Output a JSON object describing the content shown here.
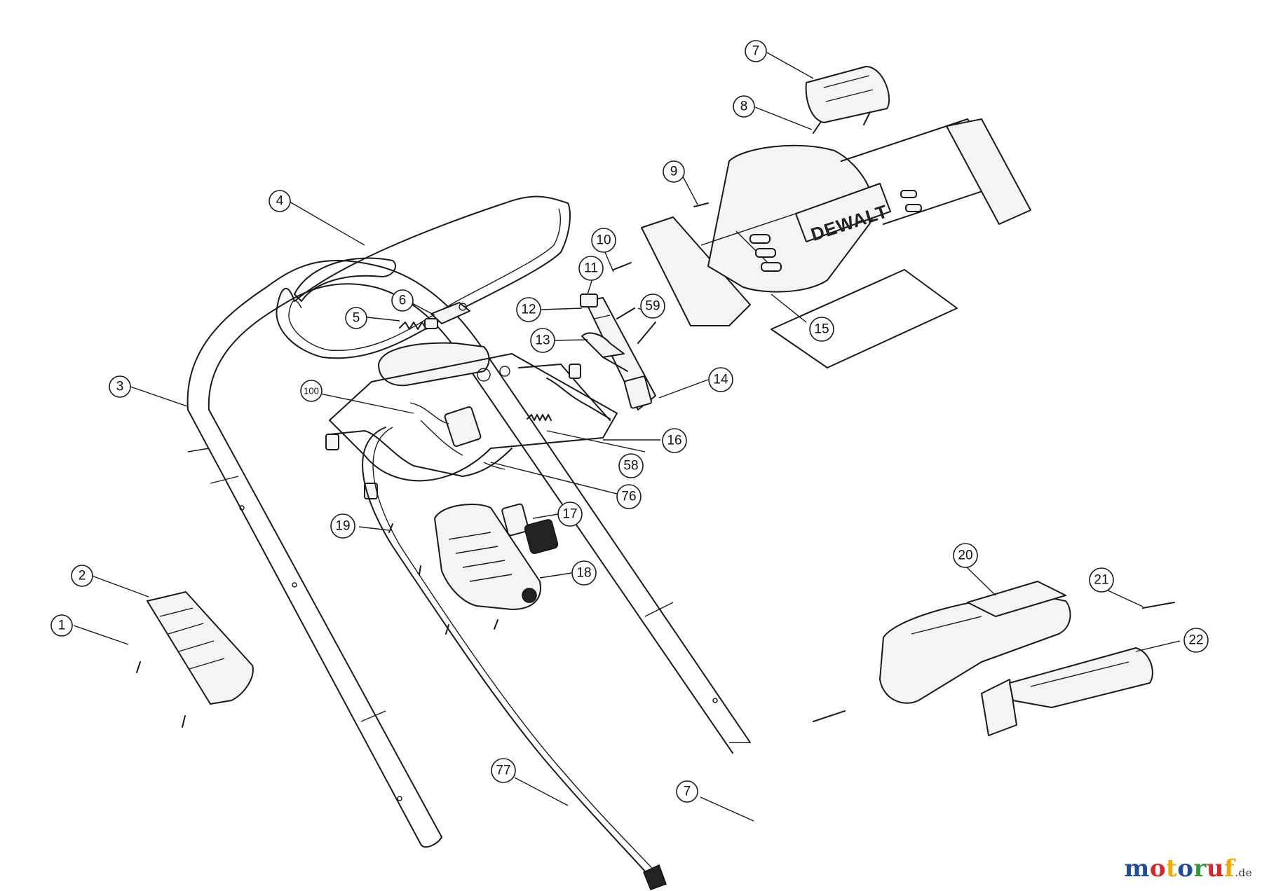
{
  "callouts": [
    {
      "id": "c1",
      "label": "1"
    },
    {
      "id": "c2",
      "label": "2"
    },
    {
      "id": "c3",
      "label": "3"
    },
    {
      "id": "c4",
      "label": "4"
    },
    {
      "id": "c5",
      "label": "5"
    },
    {
      "id": "c6",
      "label": "6"
    },
    {
      "id": "c7a",
      "label": "7"
    },
    {
      "id": "c7b",
      "label": "7"
    },
    {
      "id": "c8",
      "label": "8"
    },
    {
      "id": "c9",
      "label": "9"
    },
    {
      "id": "c10",
      "label": "10"
    },
    {
      "id": "c11",
      "label": "11"
    },
    {
      "id": "c12",
      "label": "12"
    },
    {
      "id": "c13",
      "label": "13"
    },
    {
      "id": "c14",
      "label": "14"
    },
    {
      "id": "c15",
      "label": "15"
    },
    {
      "id": "c16",
      "label": "16"
    },
    {
      "id": "c17",
      "label": "17"
    },
    {
      "id": "c18",
      "label": "18"
    },
    {
      "id": "c19",
      "label": "19"
    },
    {
      "id": "c20",
      "label": "20"
    },
    {
      "id": "c21",
      "label": "21"
    },
    {
      "id": "c22",
      "label": "22"
    },
    {
      "id": "c58",
      "label": "58"
    },
    {
      "id": "c59",
      "label": "59"
    },
    {
      "id": "c76",
      "label": "76"
    },
    {
      "id": "c77",
      "label": "77"
    },
    {
      "id": "c100",
      "label": "100"
    }
  ],
  "brand_label": "DEWALT",
  "watermark": {
    "letters": [
      "m",
      "o",
      "t",
      "o",
      "r",
      "u",
      "f"
    ],
    "colors": [
      "#1f4e9c",
      "#d9262a",
      "#f2a900",
      "#1f4e9c",
      "#2e9a3c",
      "#d9262a",
      "#f2a900"
    ],
    "suffix": ".de"
  }
}
